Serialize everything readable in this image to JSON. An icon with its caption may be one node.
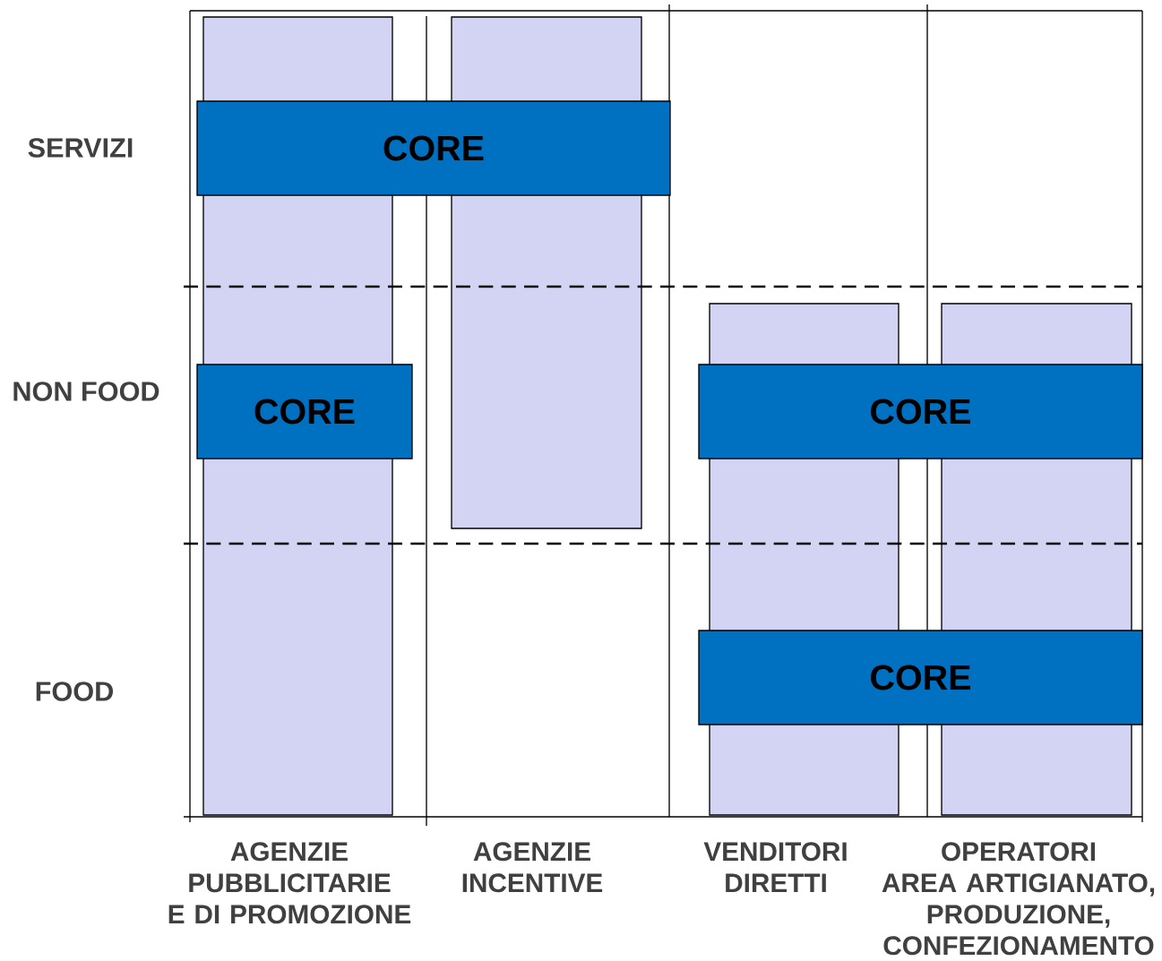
{
  "diagram": {
    "nodes": [
      {
        "text": [],
        "shape": "bar"
      },
      {
        "text": [],
        "shape": "bar"
      },
      {
        "text": [],
        "shape": "bar"
      },
      {
        "text": [],
        "shape": "bar"
      },
      {
        "text": [
          "CORE"
        ]
      },
      {
        "text": [
          "CORE"
        ]
      },
      {
        "text": [
          "CORE"
        ]
      },
      {
        "text": [
          "CORE"
        ]
      }
    ],
    "labels": [
      "SERVIZI",
      "NON FOOD",
      "FOOD",
      "AGENZIE PUBBLICITARIE E DI PROMOZIONE",
      "AGENZIE INCENTIVE",
      "VENDITORI DIRETTI",
      "OPERATORI AREA ARTIGIANATO, PRODUZIONE, CONFEZIONAMENTO"
    ]
  }
}
